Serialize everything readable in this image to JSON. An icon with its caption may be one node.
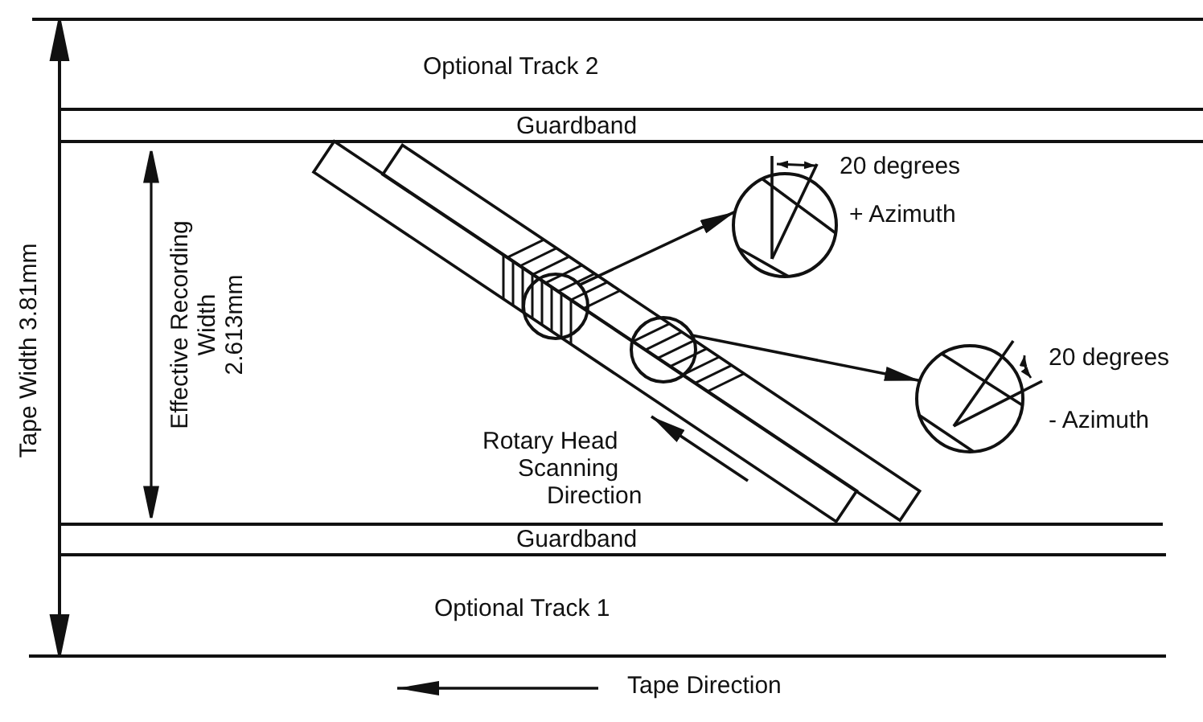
{
  "diagram": {
    "nodes": [
      {
        "text": [
          "Optional Track 2"
        ]
      },
      {
        "text": [
          "Guardband"
        ]
      },
      {
        "text": [],
        "shape": "circle"
      },
      {
        "text": [],
        "shape": "circle",
        "beside": [
          "20 degrees",
          "+ Azimuth"
        ]
      },
      {
        "text": [],
        "shape": "circle"
      },
      {
        "text": [],
        "shape": "circle",
        "beside": [
          "20 degrees",
          "- Azimuth"
        ]
      },
      {
        "text": [
          "Guardband"
        ]
      },
      {
        "text": [
          "Optional Track 1"
        ]
      }
    ],
    "edges": [
      {
        "from": 2,
        "to": 3,
        "arrow": "to"
      },
      {
        "from": 4,
        "to": 5,
        "arrow": "to"
      }
    ],
    "labels": [
      "Tape Width 3.81mm",
      "Effective Recording Width 2.613mm",
      "Rotary Head Scanning Direction",
      "Tape Direction"
    ]
  }
}
